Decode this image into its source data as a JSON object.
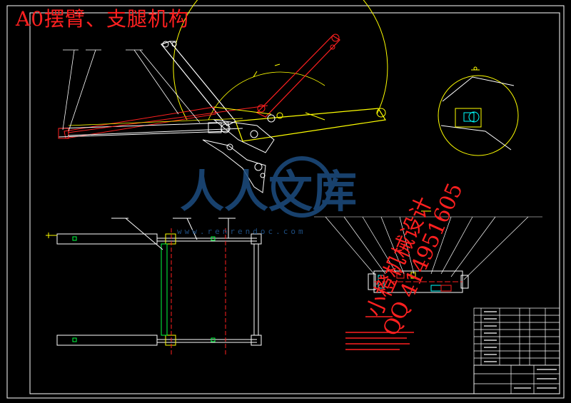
{
  "title": "A0摆臂、支腿机构",
  "watermark": {
    "brand_cn": "人人文库",
    "url": "www.renrendoc.com"
  },
  "stamp": {
    "line1": "小橙机械设计",
    "line2": "QQ 414951605"
  },
  "colors": {
    "background": "#000000",
    "title": "#ff2020",
    "linework_white": "#ffffff",
    "linework_yellow": "#ffff00",
    "linework_red": "#ff2020",
    "linework_green": "#00ff40",
    "watermark": "#1d4d80"
  }
}
